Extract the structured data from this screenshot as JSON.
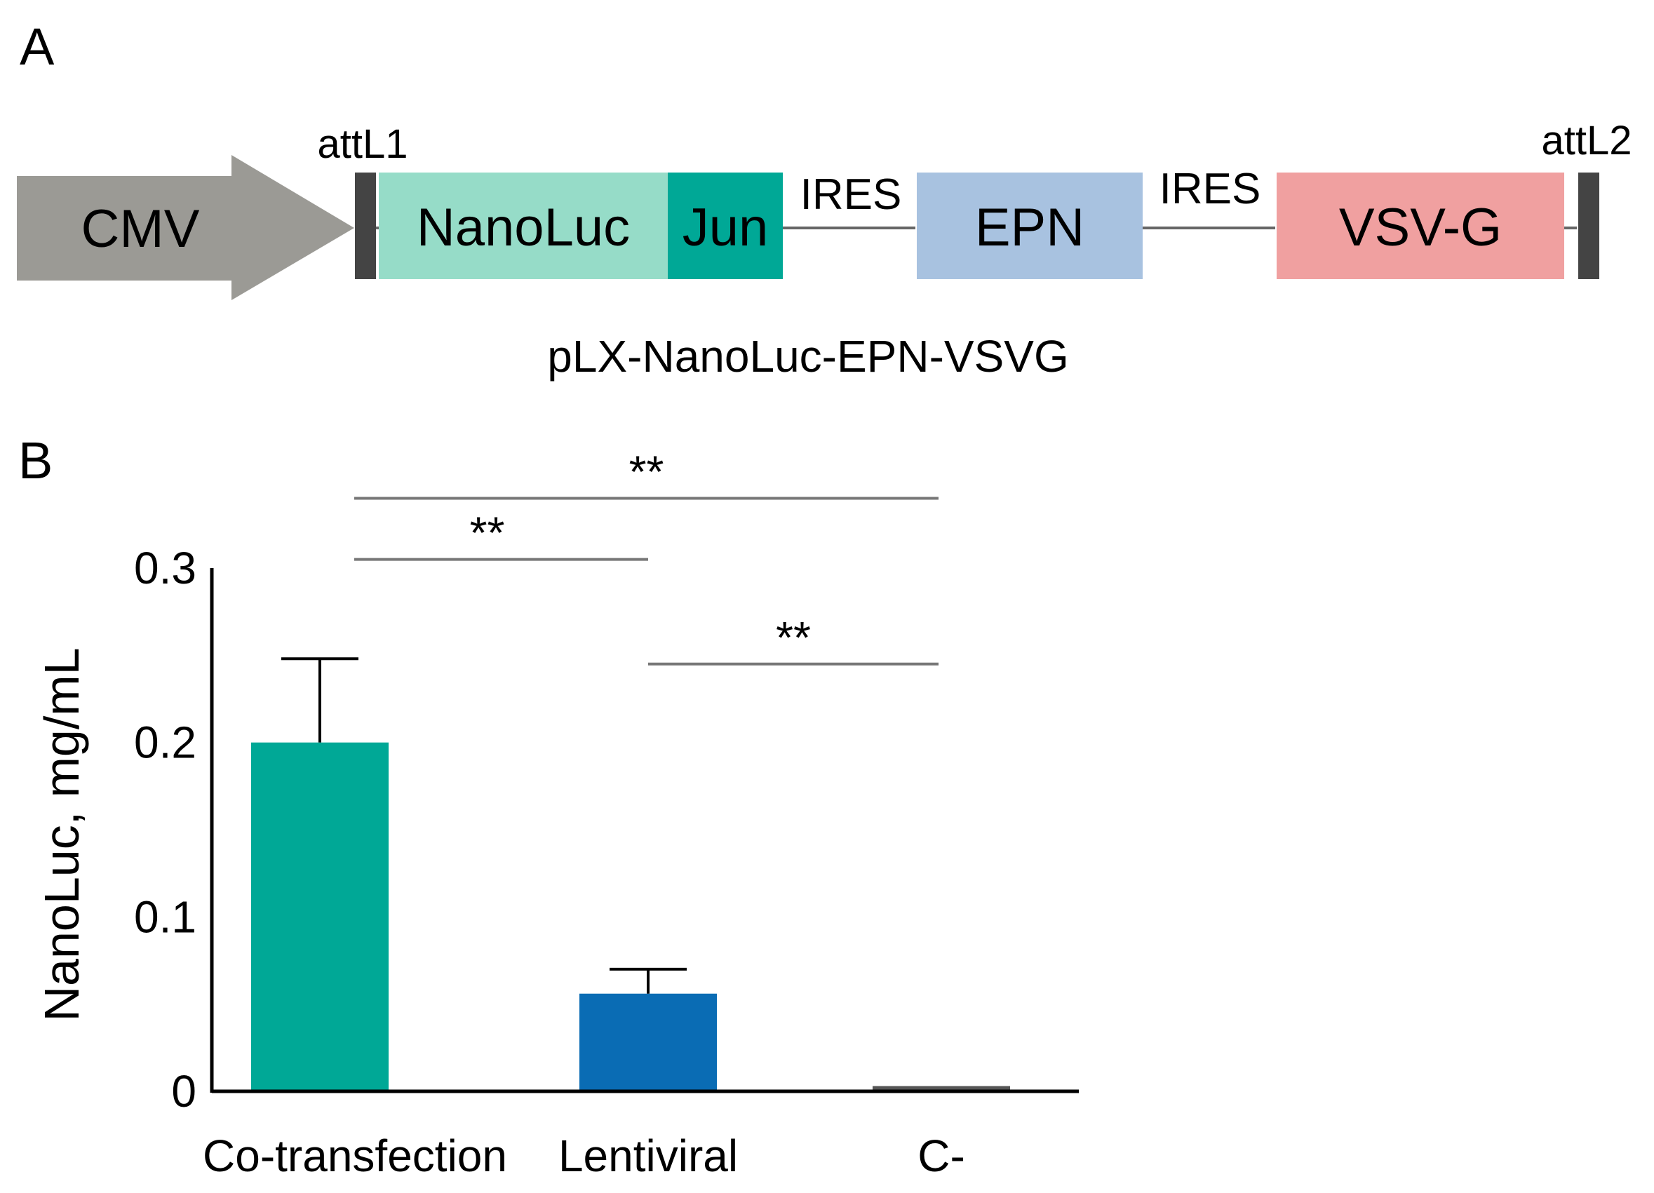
{
  "panel_a": {
    "label": "A",
    "construct_name": "pLX-NanoLuc-EPN-VSVG",
    "promoter": {
      "label": "CMV",
      "color": "#9b9a95"
    },
    "att_left": {
      "label": "attL1",
      "color": "#444444"
    },
    "att_right": {
      "label": "attL2",
      "color": "#444444"
    },
    "segments": [
      {
        "label": "NanoLuc",
        "color": "#96dcc8"
      },
      {
        "label": "Jun",
        "color": "#00a896"
      },
      {
        "label": "EPN",
        "color": "#a8c2e0"
      },
      {
        "label": "VSV-G",
        "color": "#f0a0a0"
      }
    ],
    "ires": [
      "IRES",
      "IRES"
    ],
    "line_color": "#666666"
  },
  "panel_b": {
    "label": "B",
    "chart_data": {
      "type": "bar",
      "categories": [
        "Co-transfection",
        "Lentiviral",
        "C-"
      ],
      "values": [
        0.2,
        0.056,
        0.003
      ],
      "errors": [
        0.048,
        0.014,
        0.0
      ],
      "colors": [
        "#00a896",
        "#0a6cb4",
        "#555555"
      ],
      "ylabel": "NanoLuc, mg/mL",
      "ylim": [
        0,
        0.3
      ],
      "yticks": [
        {
          "value": 0,
          "label": "0"
        },
        {
          "value": 0.1,
          "label": "0.1"
        },
        {
          "value": 0.2,
          "label": "0.2"
        },
        {
          "value": 0.3,
          "label": "0.3"
        }
      ],
      "significance": [
        {
          "from": 0,
          "to": 2,
          "label": "**",
          "level": 0.34
        },
        {
          "from": 0,
          "to": 1,
          "label": "**",
          "level": 0.305
        },
        {
          "from": 1,
          "to": 2,
          "label": "**",
          "level": 0.245
        }
      ],
      "grid": false
    }
  }
}
